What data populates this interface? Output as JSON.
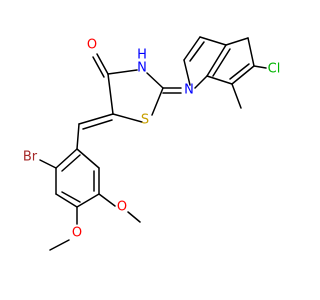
{
  "molecule": {
    "colors": {
      "bond": "#000000",
      "carbon": "#000000",
      "nitrogen": "#0000ff",
      "oxygen": "#ff0000",
      "sulfur": "#c8a000",
      "chlorine": "#00b400",
      "bromine": "#a52a2a"
    },
    "atoms": {
      "O_carbonyl": "O",
      "N_ring_H": "N",
      "H_ring": "H",
      "N_imine": "N",
      "S_ring": "S",
      "Cl": "Cl",
      "Br": "Br",
      "O_methoxy_1": "O",
      "O_methoxy_2": "O"
    }
  }
}
